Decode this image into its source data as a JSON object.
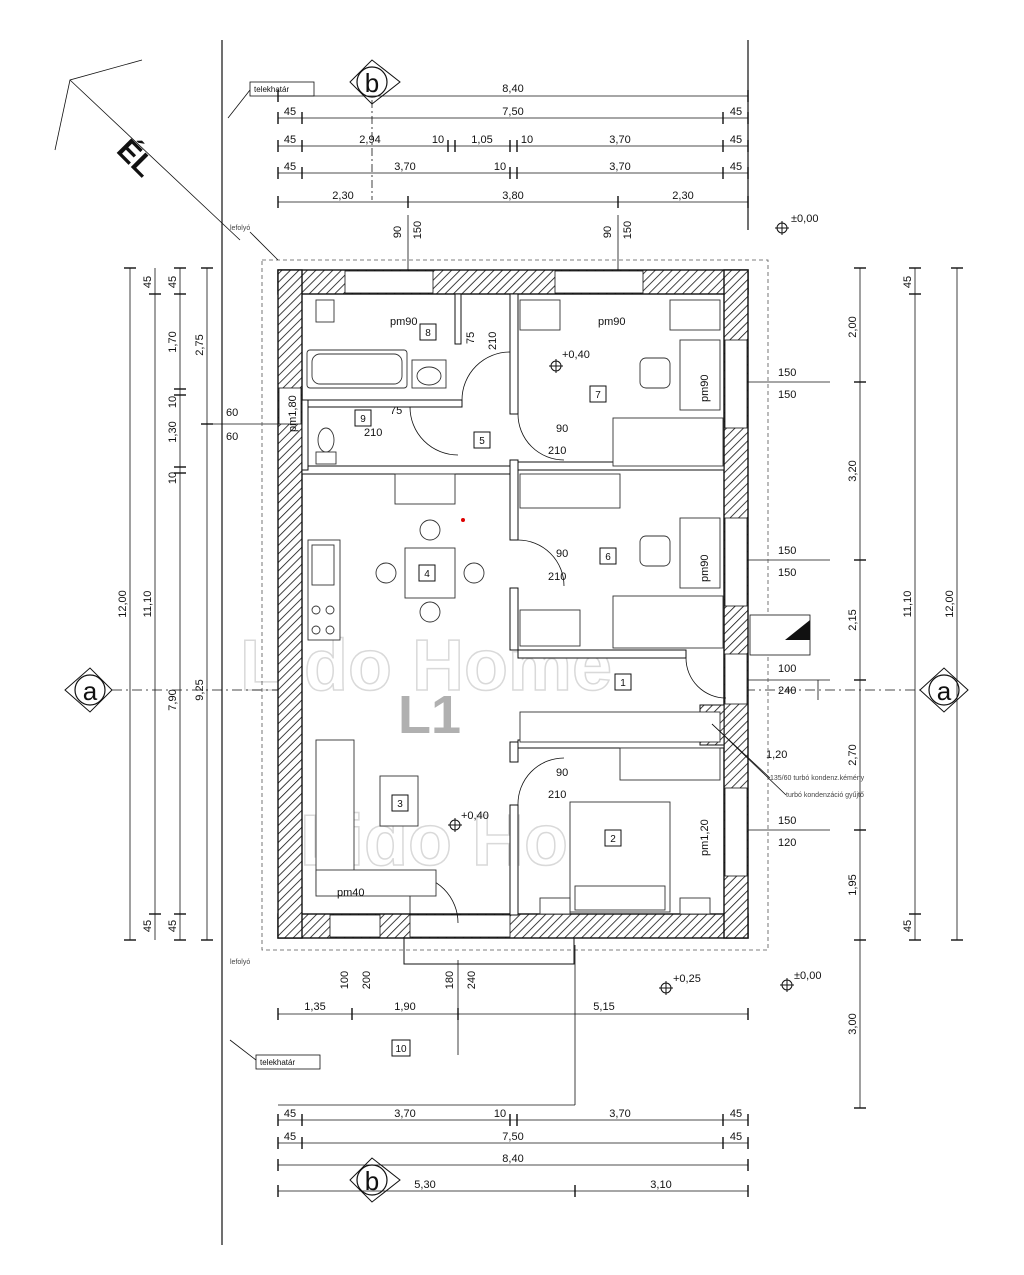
{
  "plan_label": "L1",
  "watermark": "Lido Home",
  "north_label": "ÉL",
  "lot_boundary_label": "telekhatár",
  "gutter_label": "lefolyó",
  "chimney_label": "135/60 turbó kondenz.kémény",
  "chimney_sub_label": "turbó kondenzáció gyűjtő",
  "axis_labels": {
    "a": "a",
    "b": "b"
  },
  "rooms": [
    "1",
    "2",
    "3",
    "4",
    "5",
    "6",
    "7",
    "8",
    "9",
    "10"
  ],
  "levels": {
    "outside_1": "±0,00",
    "outside_2": "±0,00",
    "bedroom": "+0,40",
    "living": "+0,40",
    "terrace": "+0,25"
  },
  "window_labels": {
    "w1": "pm90",
    "w2": "pm90",
    "w3": "pm90",
    "w4": "pm90",
    "w5": "pm1,80",
    "w6": "pm1,20",
    "w7": "pm40"
  },
  "top_dims": {
    "row1": [
      "8,40"
    ],
    "row2": [
      "45",
      "7,50",
      "45"
    ],
    "row3": [
      "45",
      "2,94",
      "10",
      "1,05",
      "10",
      "3,70",
      "45"
    ],
    "row4": [
      "45",
      "3,70",
      "10",
      "3,70",
      "45"
    ],
    "row5": [
      "2,30",
      "3,80",
      "2,30"
    ],
    "opening_1": [
      "90",
      "150"
    ],
    "opening_2": [
      "90",
      "150"
    ]
  },
  "bottom_dims": {
    "row1": [
      "1,35",
      "1,90",
      "5,15"
    ],
    "opening": [
      "100",
      "200",
      "180",
      "240"
    ],
    "row2": [
      "45",
      "3,70",
      "10",
      "3,70",
      "45"
    ],
    "row3": [
      "45",
      "7,50",
      "45"
    ],
    "row4": [
      "8,40"
    ],
    "row5": [
      "5,30",
      "3,10"
    ],
    "right_3": "3,00"
  },
  "left_dims": {
    "col1": "12,00",
    "col2": "11,10",
    "col3": [
      "45",
      "1,70",
      "10",
      "1,30",
      "10",
      "7,90",
      "45"
    ],
    "col4": [
      "2,75",
      "9,25"
    ],
    "side": [
      "60",
      "60"
    ]
  },
  "right_dims": {
    "col1": [
      "2,00",
      "3,20",
      "2,15",
      "2,70",
      "1,95"
    ],
    "col2": "11,10",
    "col3": "12,00",
    "col_small": [
      "45",
      "45"
    ],
    "openings": [
      "150",
      "150",
      "150",
      "150",
      "100",
      "240",
      "1,20",
      "150",
      "120"
    ]
  },
  "door_dims": {
    "d1": [
      "75",
      "210"
    ],
    "d2": [
      "75",
      "210"
    ],
    "d3": [
      "90",
      "210"
    ],
    "d4": [
      "90",
      "210"
    ],
    "d5": [
      "90",
      "210"
    ]
  }
}
